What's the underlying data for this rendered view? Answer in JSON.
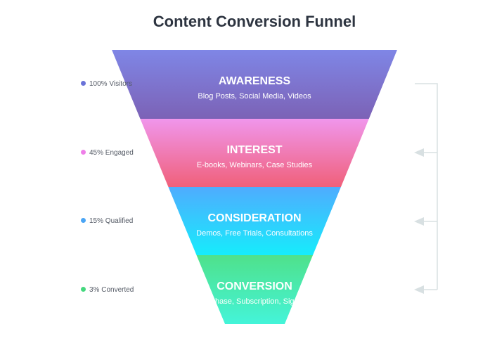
{
  "title": "Content Conversion Funnel",
  "stages": [
    {
      "name": "AWARENESS",
      "description": "Blog Posts, Social Media, Videos",
      "metric": "100% Visitors",
      "color_top": "#7f86e6",
      "color_bottom": "#7c62b6",
      "dot": "#6a73d8"
    },
    {
      "name": "INTEREST",
      "description": "E-books, Webinars, Case Studies",
      "metric": "45% Engaged",
      "color_top": "#f096ec",
      "color_bottom": "#f0607a",
      "dot": "#ee7fe8"
    },
    {
      "name": "CONSIDERATION",
      "description": "Demos, Free Trials, Consultations",
      "metric": "15% Qualified",
      "color_top": "#4facfe",
      "color_bottom": "#16ecfc",
      "dot": "#4aa5f5"
    },
    {
      "name": "CONVERSION",
      "description": "Purchase, Subscription, Sign-up",
      "metric": "3% Converted",
      "color_top": "#4fe18b",
      "color_bottom": "#44f4d9",
      "dot": "#45d87e"
    }
  ],
  "bracket_color": "#d8e0e2"
}
